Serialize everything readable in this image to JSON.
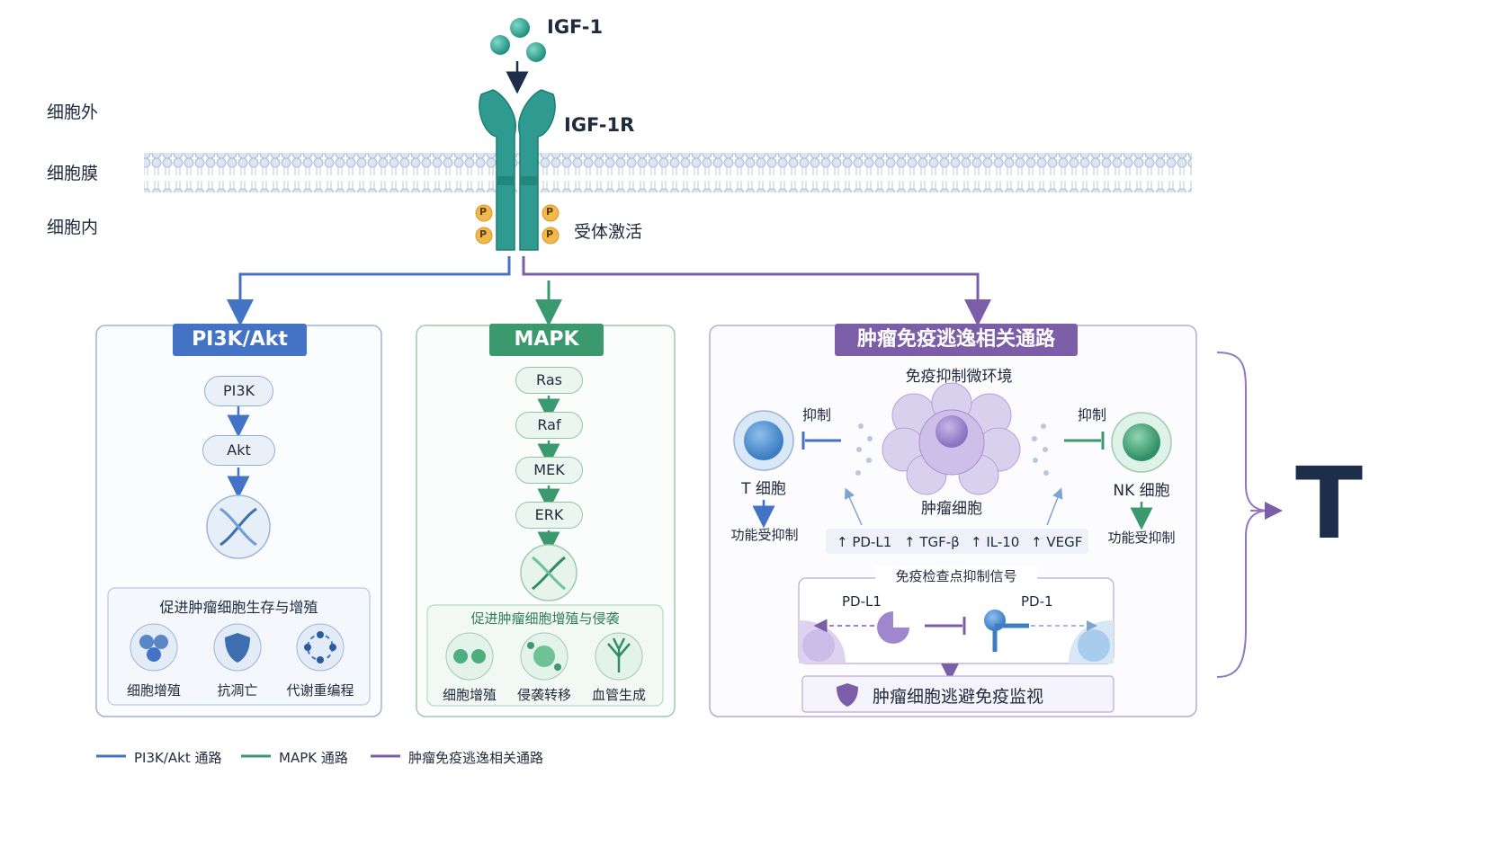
{
  "receptor": {
    "ligand": "IGF-1",
    "receptor_name": "IGF-1R",
    "activation": "受体激活",
    "phospho_symbol": "P"
  },
  "regions": {
    "extracellular": "细胞外",
    "membrane": "细胞膜",
    "intracellular": "细胞内"
  },
  "pi3k_panel": {
    "title": "PI3K/Akt",
    "steps": [
      "PI3K",
      "Akt"
    ],
    "outcome_title": "促进肿瘤细胞生存与增殖",
    "outcomes": [
      "细胞增殖",
      "抗凋亡",
      "代谢重编程"
    ]
  },
  "mapk_panel": {
    "title": "MAPK",
    "steps": [
      "Ras",
      "Raf",
      "MEK",
      "ERK"
    ],
    "outcome_title": "促进肿瘤细胞增殖与侵袭",
    "outcomes": [
      "细胞增殖",
      "侵袭转移",
      "血管生成"
    ]
  },
  "immune_panel": {
    "title": "肿瘤免疫逃逸相关通路",
    "microenv_title": "免疫抑制微环境",
    "inhibit_left": "抑制",
    "inhibit_right": "抑制",
    "t_cell": "T 细胞",
    "nk_cell": "NK 细胞",
    "tumor_cell": "肿瘤细胞",
    "t_effect": "功能受抑制",
    "nk_effect": "功能受抑制",
    "factors": [
      "↑ PD-L1",
      "↑ TGF-β",
      "↑ IL-10",
      "↑ VEGF"
    ],
    "checkpoint_title": "免疫检查点抑制信号",
    "pdl1": "PD-L1",
    "pd1": "PD-1",
    "escape": "肿瘤细胞逃避免疫监视"
  },
  "result_letter": "T",
  "legend": [
    "PI3K/Akt 通路",
    "MAPK 通路",
    "肿瘤免疫逃逸相关通路"
  ],
  "colors": {
    "blue": "#4472c4",
    "green": "#3a9a6e",
    "purple": "#7b5ea7",
    "teal": "#2f9a8f",
    "navy": "#1c2e4a"
  }
}
